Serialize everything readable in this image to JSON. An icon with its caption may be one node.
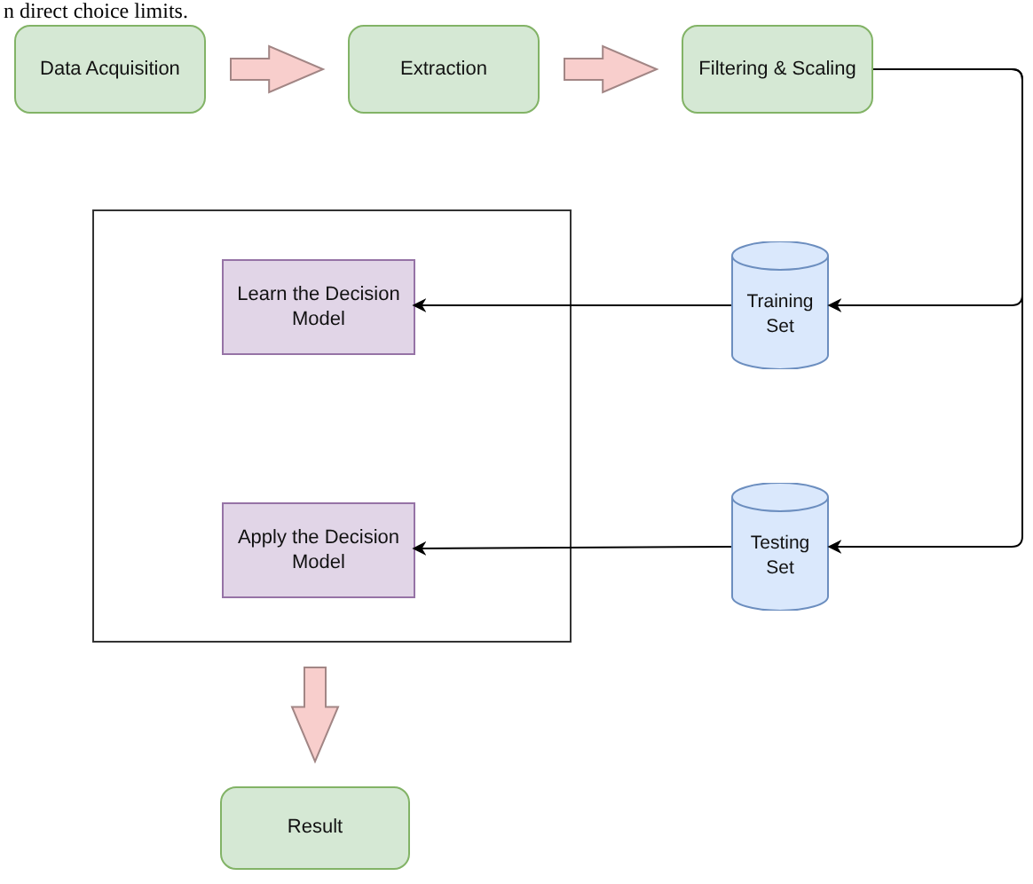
{
  "diagram": {
    "nodes": [
      {
        "text": [
          "Data Acquisition"
        ]
      },
      {
        "text": [
          "Extraction"
        ]
      },
      {
        "text": [
          "Filtering & Scaling"
        ]
      },
      {
        "text": [],
        "shape": "box"
      },
      {
        "text": [
          "Learn the Decision Model"
        ],
        "in": 3
      },
      {
        "text": [
          "Apply the Decision Model"
        ],
        "in": 3
      },
      {
        "text": [
          "Training Set"
        ]
      },
      {
        "text": [
          "Testing Set"
        ]
      },
      {
        "text": [
          "Result"
        ]
      }
    ],
    "edges": [
      {
        "from": 0,
        "to": 1,
        "arrow": "to",
        "style": "thick",
        "color": "#f8cecc"
      },
      {
        "from": 1,
        "to": 2,
        "arrow": "to",
        "style": "thick",
        "color": "#f8cecc"
      },
      {
        "from": 2,
        "to": 6,
        "arrow": "to"
      },
      {
        "from": 2,
        "to": 7,
        "arrow": "to"
      },
      {
        "from": 6,
        "to": 4,
        "arrow": "to"
      },
      {
        "from": 7,
        "to": 5,
        "arrow": "to"
      },
      {
        "from": 3,
        "to": 8,
        "arrow": "to",
        "style": "thick",
        "color": "#f8cecc"
      }
    ],
    "labels": [
      "n direct choice limits."
    ]
  }
}
